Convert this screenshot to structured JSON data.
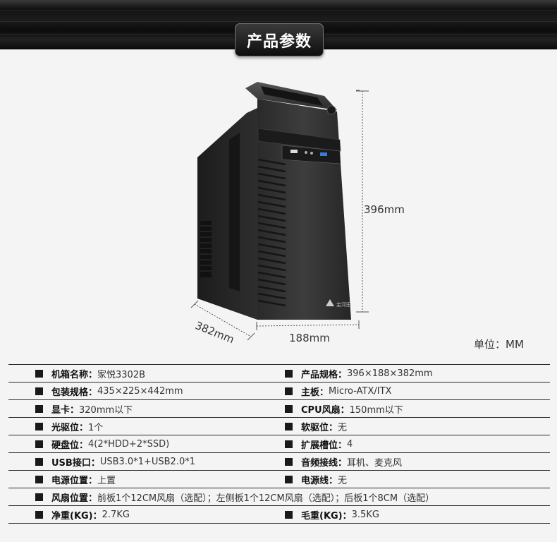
{
  "header": {
    "title": "产品参数"
  },
  "product": {
    "front_label": "金河田",
    "dims": {
      "height": "396mm",
      "width": "188mm",
      "depth": "382mm"
    }
  },
  "unit_label": "单位：MM",
  "specs": {
    "rows": [
      [
        {
          "label": "机箱名称：",
          "value": "家悦3302B"
        },
        {
          "label": "产品规格：",
          "value": "396×188×382mm"
        }
      ],
      [
        {
          "label": "包装规格：",
          "value": "435×225×442mm"
        },
        {
          "label": "主板：",
          "value": "Micro-ATX/ITX"
        }
      ],
      [
        {
          "label": "显卡：",
          "value": "320mm以下"
        },
        {
          "label": "CPU风扇：",
          "value": "150mm以下"
        }
      ],
      [
        {
          "label": "光驱位：",
          "value": "1个"
        },
        {
          "label": "软驱位：",
          "value": "无"
        }
      ],
      [
        {
          "label": "硬盘位：",
          "value": "4(2*HDD+2*SSD)"
        },
        {
          "label": "扩展槽位：",
          "value": "4"
        }
      ],
      [
        {
          "label": "USB接口：",
          "value": "USB3.0*1+USB2.0*1"
        },
        {
          "label": "音频接线：",
          "value": "耳机、麦克风"
        }
      ],
      [
        {
          "label": "电源位置：",
          "value": "上置"
        },
        {
          "label": "电源线：",
          "value": "无"
        }
      ],
      [
        {
          "label": "风扇位置：",
          "value": "前板1个12CM风扇（选配）；左侧板1个12CM风扇（选配）；后板1个8CM（选配）"
        }
      ],
      [
        {
          "label": "净重(KG)：",
          "value": "2.7KG"
        },
        {
          "label": "毛重(KG)：",
          "value": "3.5KG"
        }
      ]
    ]
  }
}
